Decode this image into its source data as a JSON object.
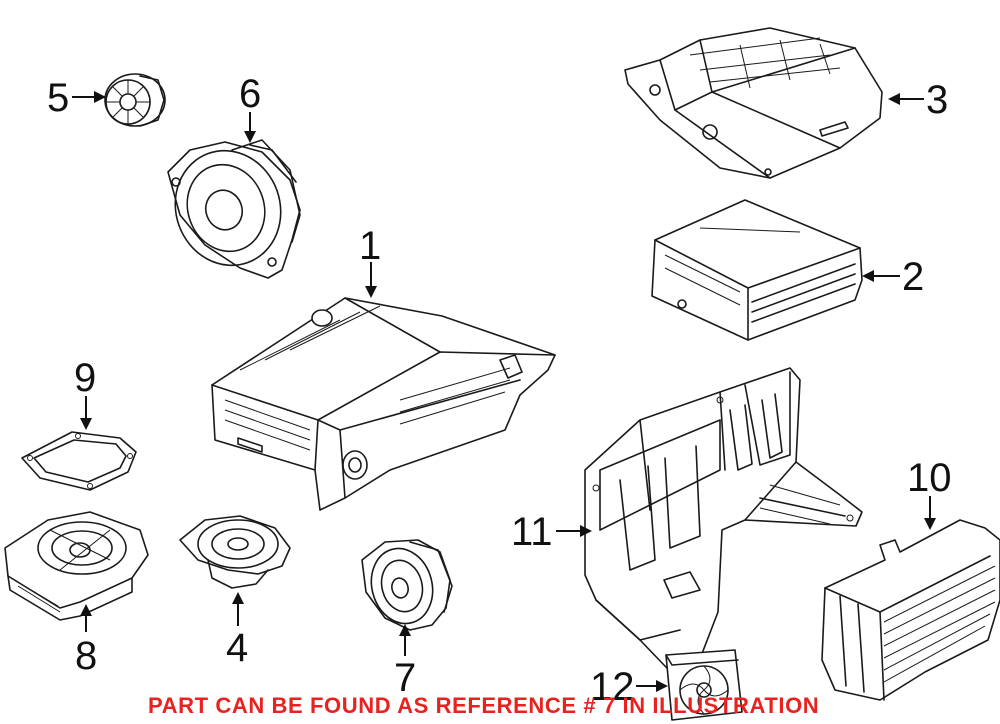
{
  "callouts": {
    "c1": "1",
    "c2": "2",
    "c3": "3",
    "c4": "4",
    "c5": "5",
    "c6": "6",
    "c7": "7",
    "c8": "8",
    "c9": "9",
    "c10": "10",
    "c11": "11",
    "c12": "12"
  },
  "banner": {
    "text": "PART CAN BE FOUND AS REFERENCE # 7 IN ILLUSTRATION",
    "color": "#e8231f"
  }
}
